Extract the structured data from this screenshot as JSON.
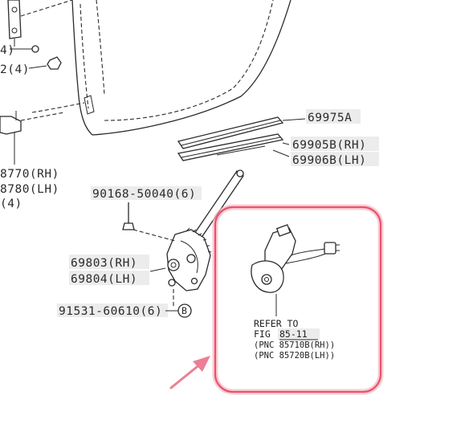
{
  "labels": {
    "p69975a": "69975A",
    "p69905b": "69905B(RH)",
    "p69906b": "69906B(LH)",
    "p90168": "90168-50040(6)",
    "p69803": "69803(RH)",
    "p69804": "69804(LH)",
    "p91531": "91531-60610(6)",
    "callout_b": "B",
    "left_4a": "4)",
    "left_2": "2(4)",
    "left_8770": "8770(RH)",
    "left_8780": "8780(LH)",
    "left_4b": "(4)"
  },
  "note": {
    "line1": "REFER TO",
    "fig_prefix": "FIG",
    "fig_ref": "85-11",
    "pnc_rh": "(PNC 85710B(RH))",
    "pnc_lh": "(PNC 85720B(LH))"
  },
  "colors": {
    "highlight": "#e8536a",
    "glow": "#f7b8c4",
    "arrow": "#ec7f95",
    "label_bg": "#ececec",
    "ink": "#2a2a2a"
  }
}
